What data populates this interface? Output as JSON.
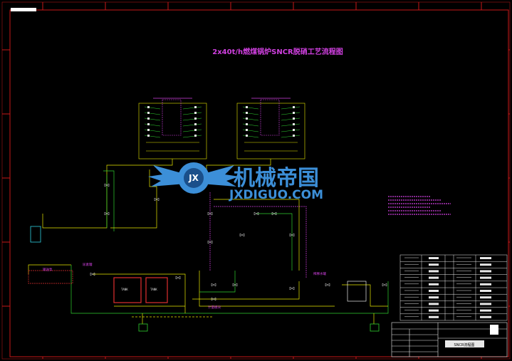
{
  "drawing": {
    "title": "2x40t/h燃煤锅炉SNCR脱硝工艺流程图",
    "tank_left_label": "尿素罐",
    "tank_mid_label": "稀释水罐",
    "module_label": "计量模块",
    "pump_label": "输送泵",
    "box1_tag": "TANK",
    "box2_tag": "TANK",
    "titleblock_name": "SNCR流程图"
  },
  "watermark": {
    "cn": "机械帝国",
    "en": "JXDIGUO.COM",
    "badge": "JX"
  },
  "colors": {
    "frame": "#c81818",
    "pipe_yellow": "#e8e800",
    "pipe_green": "#30d030",
    "pipe_white": "#e8e8e8",
    "magenta": "#d040e0",
    "red": "#e03030",
    "cyan": "#30d0e0",
    "watermark_blue": "#3c8fd8"
  }
}
